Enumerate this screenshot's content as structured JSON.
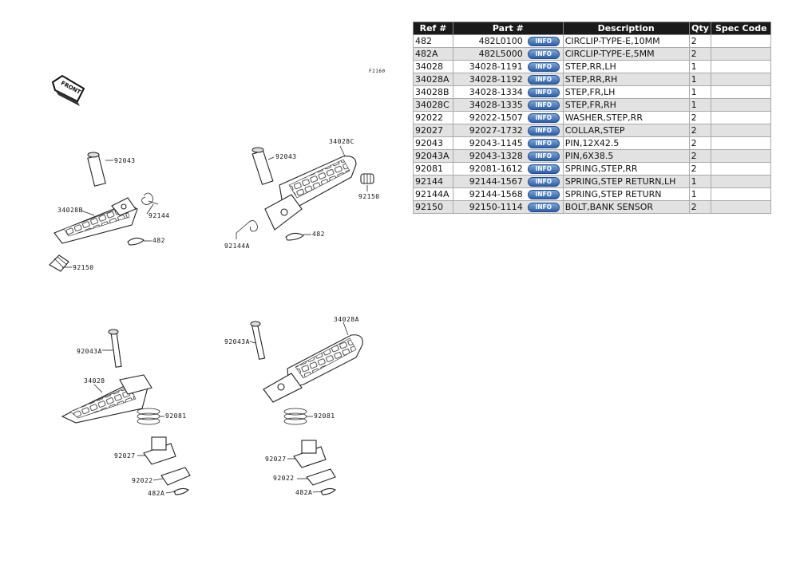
{
  "diagram": {
    "code": "F2160",
    "front_label": "FRONT",
    "callouts": {
      "p92043_a": "92043",
      "p34028b": "34028B",
      "p92144_a": "92144",
      "p482_a": "482",
      "p92150_a": "92150",
      "p92043_b": "92043",
      "p34028c": "34028C",
      "p92150_b": "92150",
      "p482_b": "482",
      "p92144a": "92144A",
      "p92043a_a": "92043A",
      "p34028": "34028",
      "p92081_a": "92081",
      "p92027_a": "92027",
      "p92022_a": "92022",
      "p482a_a": "482A",
      "p92043a_b": "92043A",
      "p34028a": "34028A",
      "p92081_b": "92081",
      "p92027_b": "92027",
      "p92022_b": "92022",
      "p482a_b": "482A"
    }
  },
  "table": {
    "headers": [
      "Ref #",
      "Part #",
      "Description",
      "Qty",
      "Spec Code"
    ],
    "info_label": "INFO",
    "rows": [
      {
        "ref": "482",
        "part": "482L0100",
        "desc": "CIRCLIP-TYPE-E,10MM",
        "qty": "2",
        "spec": ""
      },
      {
        "ref": "482A",
        "part": "482L5000",
        "desc": "CIRCLIP-TYPE-E,5MM",
        "qty": "2",
        "spec": ""
      },
      {
        "ref": "34028",
        "part": "34028-1191",
        "desc": "STEP,RR,LH",
        "qty": "1",
        "spec": ""
      },
      {
        "ref": "34028A",
        "part": "34028-1192",
        "desc": "STEP,RR,RH",
        "qty": "1",
        "spec": ""
      },
      {
        "ref": "34028B",
        "part": "34028-1334",
        "desc": "STEP,FR,LH",
        "qty": "1",
        "spec": ""
      },
      {
        "ref": "34028C",
        "part": "34028-1335",
        "desc": "STEP,FR,RH",
        "qty": "1",
        "spec": ""
      },
      {
        "ref": "92022",
        "part": "92022-1507",
        "desc": "WASHER,STEP,RR",
        "qty": "2",
        "spec": ""
      },
      {
        "ref": "92027",
        "part": "92027-1732",
        "desc": "COLLAR,STEP",
        "qty": "2",
        "spec": ""
      },
      {
        "ref": "92043",
        "part": "92043-1145",
        "desc": "PIN,12X42.5",
        "qty": "2",
        "spec": ""
      },
      {
        "ref": "92043A",
        "part": "92043-1328",
        "desc": "PIN,6X38.5",
        "qty": "2",
        "spec": ""
      },
      {
        "ref": "92081",
        "part": "92081-1612",
        "desc": "SPRING,STEP,RR",
        "qty": "2",
        "spec": ""
      },
      {
        "ref": "92144",
        "part": "92144-1567",
        "desc": "SPRING,STEP RETURN,LH",
        "qty": "1",
        "spec": ""
      },
      {
        "ref": "92144A",
        "part": "92144-1568",
        "desc": "SPRING,STEP RETURN",
        "qty": "1",
        "spec": ""
      },
      {
        "ref": "92150",
        "part": "92150-1114",
        "desc": "BOLT,BANK SENSOR",
        "qty": "2",
        "spec": ""
      }
    ]
  }
}
